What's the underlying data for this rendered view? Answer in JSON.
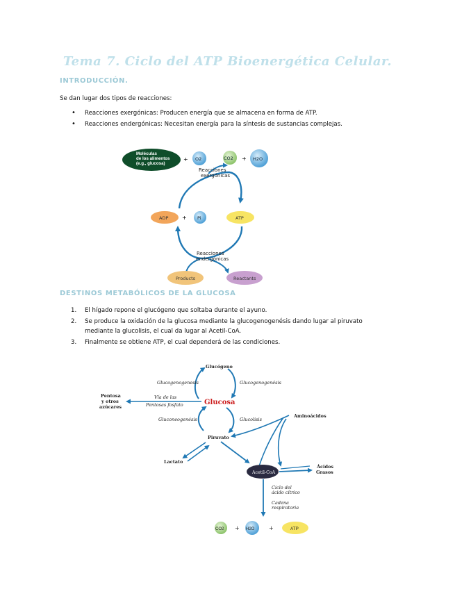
{
  "title": "Tema 7. Ciclo del ATP Bioenergética Celular.",
  "intro": {
    "heading": "INTRODUCCIÓN.",
    "lead": "Se dan lugar dos tipos de reacciones:",
    "bullets": [
      "Reacciones exergónicas: Producen energía que se almacena en forma de ATP.",
      "Reacciones endergónicas:  Necesitan energía para la síntesis de sustancias complejas."
    ]
  },
  "atp_cycle": {
    "food": "Moléculas de los alimentos (e.g., glucosa)",
    "food_lines": [
      "Moléculas",
      "de los alimentos",
      "(e.g., glucosa)"
    ],
    "o2": "O2",
    "co2": "CO2",
    "h2o": "H2O",
    "plus": "+",
    "exer_lines": [
      "Reacciones",
      "exergónicas"
    ],
    "adp": "ADP",
    "pi": "Pi",
    "atp": "ATP",
    "ender_lines": [
      "Reacciones",
      "endergónicas"
    ],
    "products": "Products",
    "reactants": "Reactants",
    "colors": {
      "food": "#0f4d2a",
      "o2": "#5aa6d8",
      "co2": "#9dcc7a",
      "h2o": "#5aa6d8",
      "adp": "#f2a55a",
      "pi": "#5aa6d8",
      "atp": "#f7e463",
      "products": "#f1c47a",
      "reactants": "#c8a0cf",
      "arrow": "#1f78b4"
    }
  },
  "destinos": {
    "heading": "DESTINOS METABÓLICOS DE LA GLUCOSA",
    "items": [
      {
        "num": "1.",
        "text": "El hígado repone el glucógeno que soltaba durante el ayuno."
      },
      {
        "num": "2.",
        "text": "Se produce la oxidación de la glucosa  mediante la glucogenogenésis dando lugar al piruvato mediante la glucolisis, el cual da lugar al Acetil-CoA."
      },
      {
        "num": "3.",
        "text": "Finalmente se obtiene ATP, el cual dependerá de las condiciones."
      }
    ]
  },
  "glucose_map": {
    "glucogeno": "Glucógeno",
    "glucogenogenesis_left": "Glucogenogenesis",
    "glucogenogenesis_right": "Glucogenogenésis",
    "pentosa_lines": [
      "Pentosa",
      "y otros",
      "azúcares"
    ],
    "via_lines": [
      "Vía de las",
      "Pentosas fosfato"
    ],
    "glucosa": "Glucosa",
    "gluconeogenesis": "Gluconeogenésis",
    "glucolisis": "Glucolisis",
    "aminoacidos": "Aminoácidos",
    "piruvato": "Piruvato",
    "lactato": "Lactato",
    "acetil": "Acetil-CoA",
    "acidos_lines": [
      "Ácidos",
      "Grasos"
    ],
    "ciclo_lines": [
      "Ciclo del",
      "ácido cítrico"
    ],
    "cadena_lines": [
      "Cadena",
      "respiratoria"
    ],
    "co2": "CO2",
    "h2o": "H2O",
    "atp": "ATP",
    "plus": "+",
    "colors": {
      "glucosa": "#cc1f1f",
      "acetil": "#2a2a40",
      "arrow": "#1f78b4",
      "co2": "#9dcc7a",
      "h2o": "#8fc3e6",
      "atp": "#f7e463"
    }
  }
}
